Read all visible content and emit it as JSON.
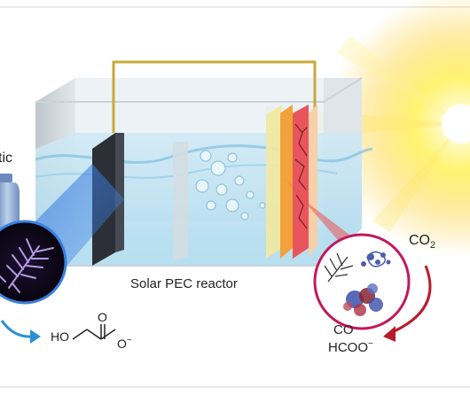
{
  "diagram": {
    "reactor_label": "Solar PEC reactor",
    "plastic_label_fragment": "tic",
    "product_left": {
      "ho": "HO",
      "carbonyl_o": "O",
      "anion_o": "O",
      "anion_charge": "−"
    },
    "co2": {
      "base": "CO",
      "subscript": "2"
    },
    "co": "CO",
    "formate": {
      "base": "HCOO",
      "charge": "−"
    }
  },
  "colors": {
    "sun": "#fff36a",
    "anode_dark": "#2c2f36",
    "photocathode_red": "#e8555d",
    "photocathode_yellow": "#f2e9a0",
    "wire": "#c8a93a",
    "water": "#9fd3ec",
    "beam_blue": "#3b7fe0",
    "beam_red": "#ef4a4a",
    "circle_magenta": "#c2185b",
    "arrow_red": "#b71c2c",
    "arrow_blue": "#2a8fd6"
  },
  "icons": [
    "sun-icon",
    "plastic-bottle-icon",
    "microscope-catalyst-icon",
    "enzyme-icon"
  ]
}
